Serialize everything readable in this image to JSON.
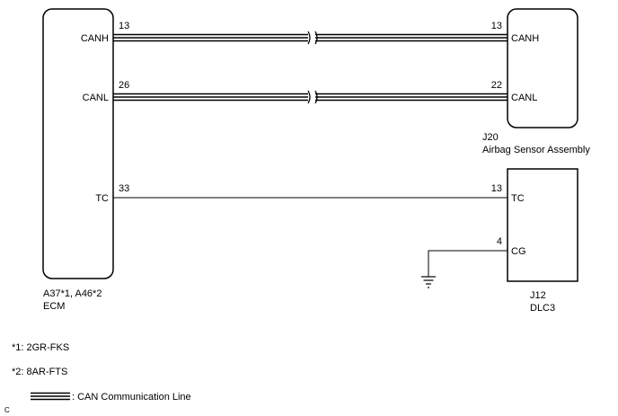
{
  "ecm": {
    "code": "A37*1, A46*2",
    "name": "ECM",
    "terminals": {
      "canh": {
        "label": "CANH",
        "pin": "13"
      },
      "canl": {
        "label": "CANL",
        "pin": "26"
      },
      "tc": {
        "label": "TC",
        "pin": "33"
      }
    }
  },
  "airbag": {
    "code": "J20",
    "name": "Airbag Sensor Assembly",
    "terminals": {
      "canh": {
        "label": "CANH",
        "pin": "13"
      },
      "canl": {
        "label": "CANL",
        "pin": "22"
      }
    }
  },
  "dlc": {
    "code": "J12",
    "name": "DLC3",
    "terminals": {
      "tc": {
        "label": "TC",
        "pin": "13"
      },
      "cg": {
        "label": "CG",
        "pin": "4"
      }
    }
  },
  "notes": {
    "note1": "*1: 2GR-FKS",
    "note2": "*2: 8AR-FTS"
  },
  "legend": {
    "can_line": ": CAN Communication Line"
  },
  "corner_letter": "C"
}
